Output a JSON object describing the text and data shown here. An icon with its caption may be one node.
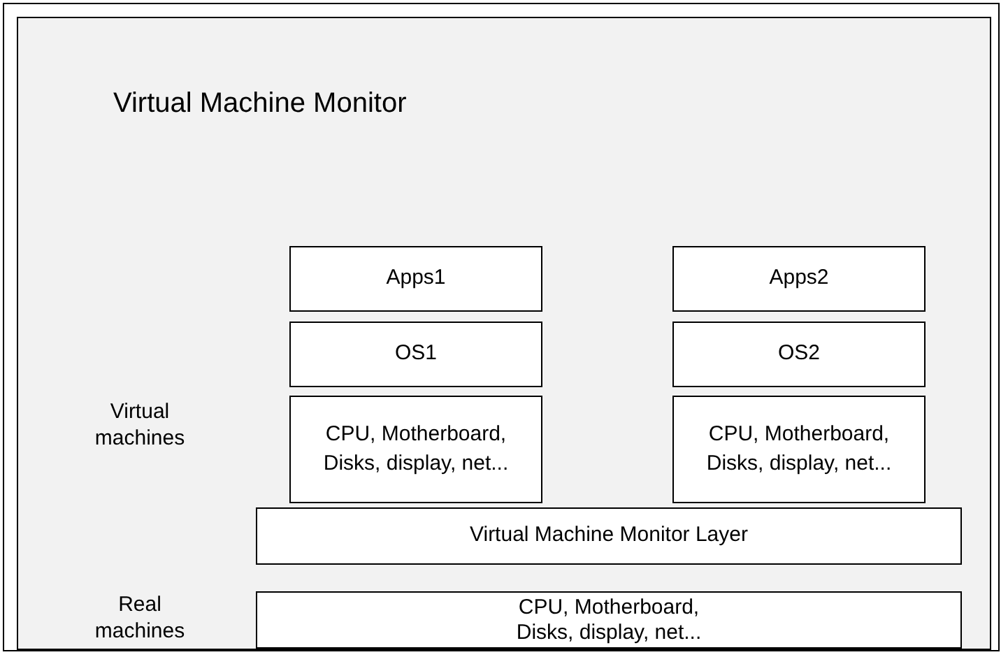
{
  "diagram": {
    "nodes": [
      {
        "text": [
          "Virtual Machine Monitor"
        ]
      },
      {
        "text": [
          "Apps1"
        ],
        "in": 0
      },
      {
        "text": [
          "OS1"
        ],
        "in": 0
      },
      {
        "text": [
          "CPU, Motherboard, Disks, display, net..."
        ],
        "in": 0
      },
      {
        "text": [
          "Apps2"
        ],
        "in": 0
      },
      {
        "text": [
          "OS2"
        ],
        "in": 0
      },
      {
        "text": [
          "CPU, Motherboard, Disks, display, net..."
        ],
        "in": 0
      },
      {
        "text": [
          "Virtual Machine Monitor Layer"
        ],
        "in": 0
      },
      {
        "text": [
          "CPU, Motherboard, Disks, display, net..."
        ],
        "in": 0
      }
    ],
    "labels": [
      "Virtual machines",
      "Real machines"
    ]
  }
}
